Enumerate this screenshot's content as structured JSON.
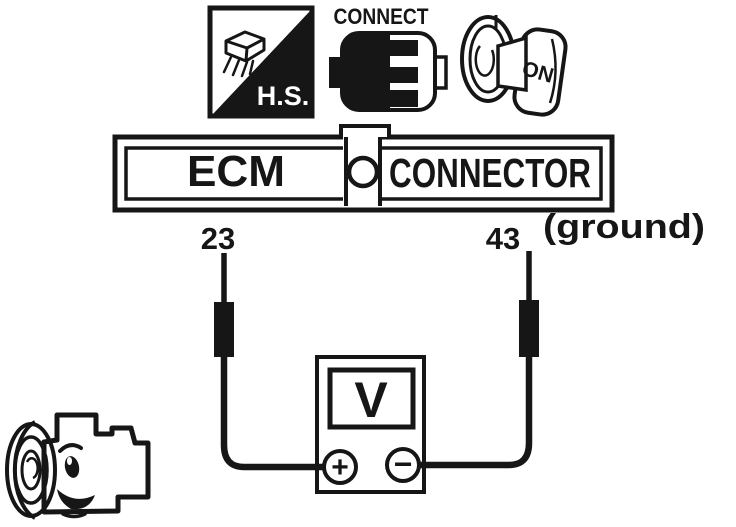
{
  "colors": {
    "ink": "#161616",
    "paper": "#ffffff"
  },
  "tool_icons": {
    "hs_badge_label": "H.S.",
    "connect_caption": "CONNECT",
    "ignition_key_label": "ON"
  },
  "connector_bar": {
    "left_label": "ECM",
    "right_label": "CONNECTOR"
  },
  "terminals": {
    "left_pin": "23",
    "right_pin": "43",
    "right_pin_note": "(ground)"
  },
  "voltmeter": {
    "display_symbol": "V",
    "positive_terminal": "+",
    "negative_terminal": "−"
  }
}
